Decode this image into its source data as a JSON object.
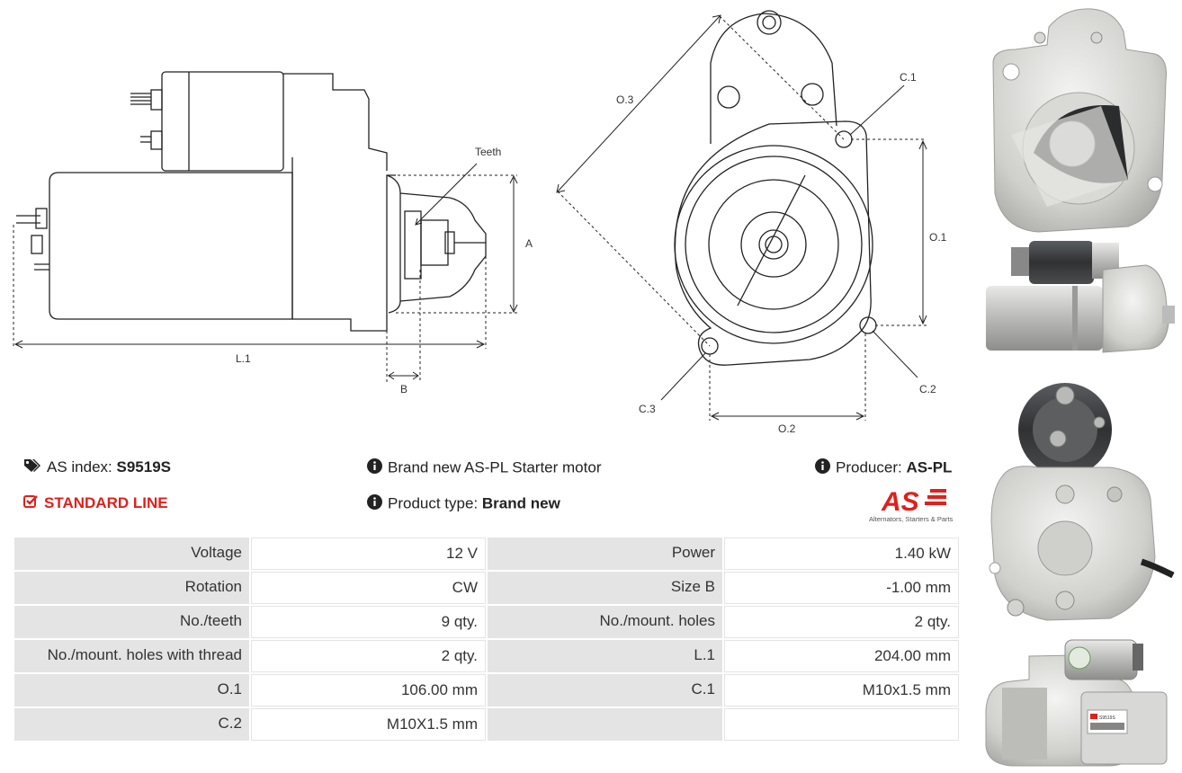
{
  "diagram": {
    "side_labels": {
      "teeth": "Teeth",
      "a": "A",
      "l1": "L.1",
      "b": "B"
    },
    "front_labels": {
      "o3": "O.3",
      "c1": "C.1",
      "o1": "O.1",
      "c2": "C.2",
      "c3": "C.3",
      "o2": "O.2"
    }
  },
  "info": {
    "as_index_label": "AS index:",
    "as_index_value": "S9519S",
    "description": "Brand new AS-PL Starter motor",
    "producer_label": "Producer:",
    "producer_value": "AS-PL",
    "line": "STANDARD LINE",
    "product_type_label": "Product type:",
    "product_type_value": "Brand new"
  },
  "logo": {
    "mark": "AS",
    "tagline": "Alternators, Starters & Parts",
    "color": "#e0201b"
  },
  "specs": [
    {
      "k1": "Voltage",
      "v1": "12 V",
      "k2": "Power",
      "v2": "1.40 kW"
    },
    {
      "k1": "Rotation",
      "v1": "CW",
      "k2": "Size B",
      "v2": "-1.00 mm"
    },
    {
      "k1": "No./teeth",
      "v1": "9 qty.",
      "k2": "No./mount. holes",
      "v2": "2 qty."
    },
    {
      "k1": "No./mount. holes with thread",
      "v1": "2 qty.",
      "k2": "L.1",
      "v2": "204.00 mm"
    },
    {
      "k1": "O.1",
      "v1": "106.00 mm",
      "k2": "C.1",
      "v2": "M10x1.5 mm"
    },
    {
      "k1": "C.2",
      "v1": "M10X1.5 mm",
      "k2": "",
      "v2": ""
    }
  ],
  "photo_labels": {
    "badge": "S9519S"
  }
}
